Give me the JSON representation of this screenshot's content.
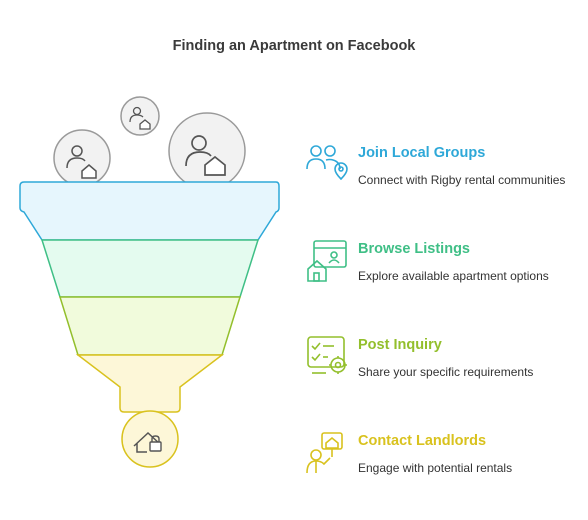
{
  "title": "Finding an Apartment on Facebook",
  "icons": {
    "top_bubbles": "person-house-icon",
    "bottom_bubble": "house-lock-icon"
  },
  "steps": [
    {
      "heading": "Join Local Groups",
      "description": "Connect with Rigby rental communities",
      "color": "#2ea8d8",
      "fill": "#e6f6fd",
      "icon": "people-location-icon"
    },
    {
      "heading": "Browse Listings",
      "description": "Explore available apartment options",
      "color": "#3fbf86",
      "fill": "#e4fbef",
      "icon": "listing-house-icon"
    },
    {
      "heading": "Post Inquiry",
      "description": "Share your specific requirements",
      "color": "#93bf2c",
      "fill": "#f1fbdc",
      "icon": "checklist-gear-icon"
    },
    {
      "heading": "Contact Landlords",
      "description": "Engage with potential rentals",
      "color": "#d9c21e",
      "fill": "#fdf7d8",
      "icon": "person-house-sign-icon"
    }
  ]
}
